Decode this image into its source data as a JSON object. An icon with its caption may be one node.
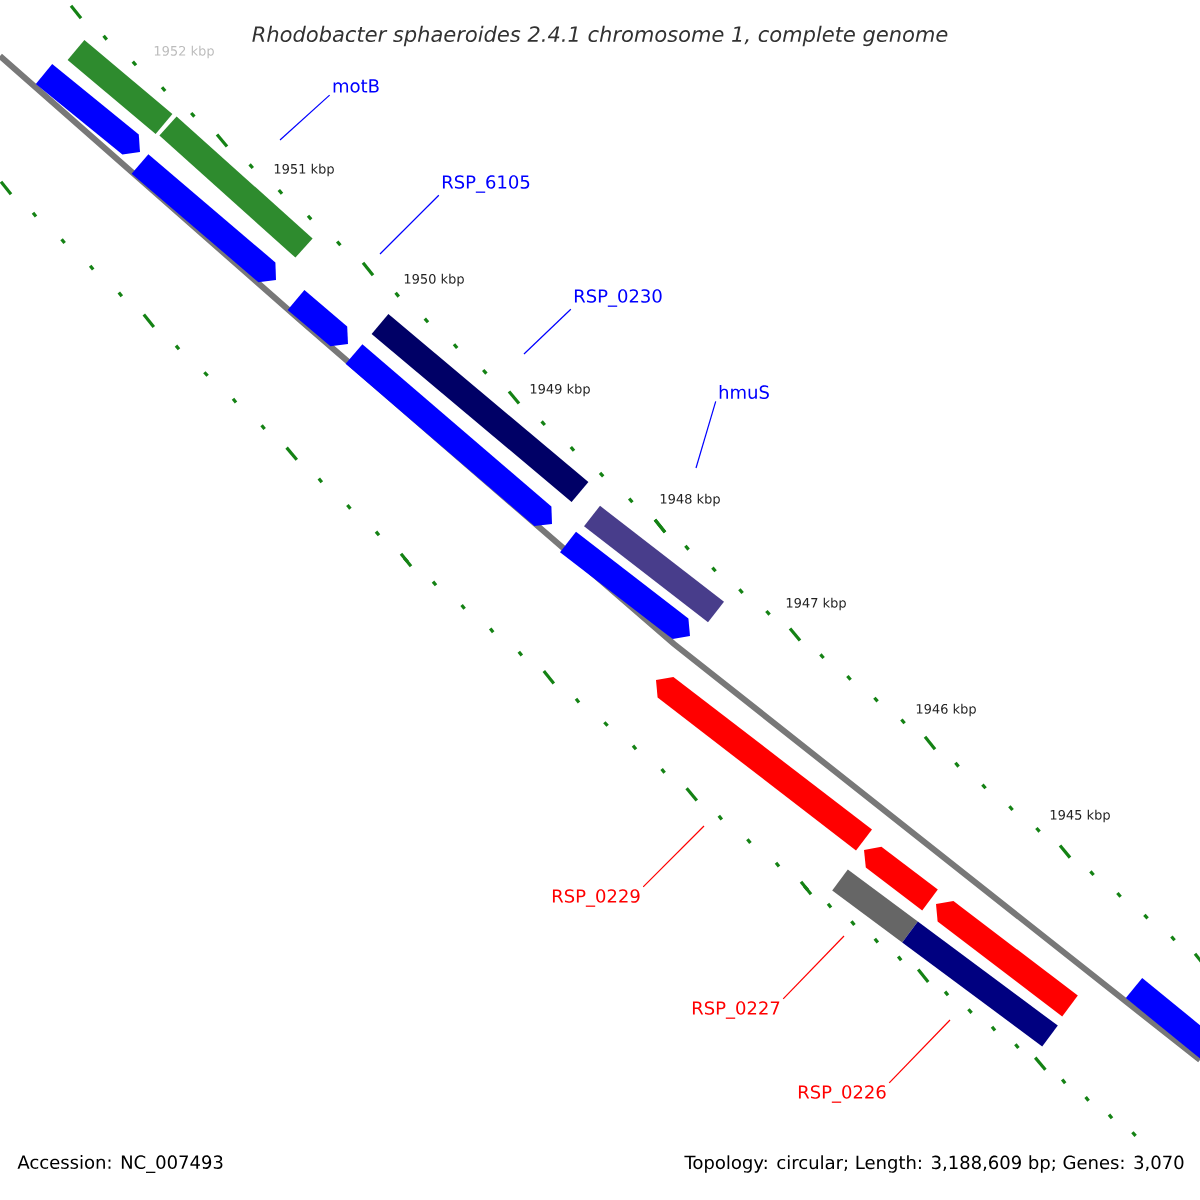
{
  "diagram": {
    "title": "Rhodobacter sphaeroides 2.4.1 chromosome 1, complete genome",
    "nodes": [
      {
        "text": [
          "motB"
        ]
      },
      {
        "text": [
          "RSP_6105"
        ]
      },
      {
        "text": [
          "RSP_0230"
        ]
      },
      {
        "text": [
          "hmuS"
        ]
      },
      {
        "text": [
          "RSP_0229"
        ]
      },
      {
        "text": [
          "RSP_0227"
        ]
      },
      {
        "text": [
          "RSP_0226"
        ]
      }
    ],
    "edges": [
      {
        "from": 0,
        "to": null,
        "arrow": "none"
      },
      {
        "from": 1,
        "to": null,
        "arrow": "none"
      },
      {
        "from": 2,
        "to": null,
        "arrow": "none"
      },
      {
        "from": 3,
        "to": null,
        "arrow": "none"
      },
      {
        "from": 4,
        "to": null,
        "arrow": "none",
        "color": "#ff0000"
      },
      {
        "from": 5,
        "to": null,
        "arrow": "none",
        "color": "#ff0000"
      },
      {
        "from": 6,
        "to": null,
        "arrow": "none",
        "color": "#ff0000"
      }
    ],
    "labels": [
      "1952 kbp",
      "1951 kbp",
      "1950 kbp",
      "1949 kbp",
      "1948 kbp",
      "1947 kbp",
      "1946 kbp",
      "1945 kbp",
      "Accession: NC_007493",
      "Topology: circular; Length: 3,188,609 bp; Genes: 3,070"
    ]
  }
}
